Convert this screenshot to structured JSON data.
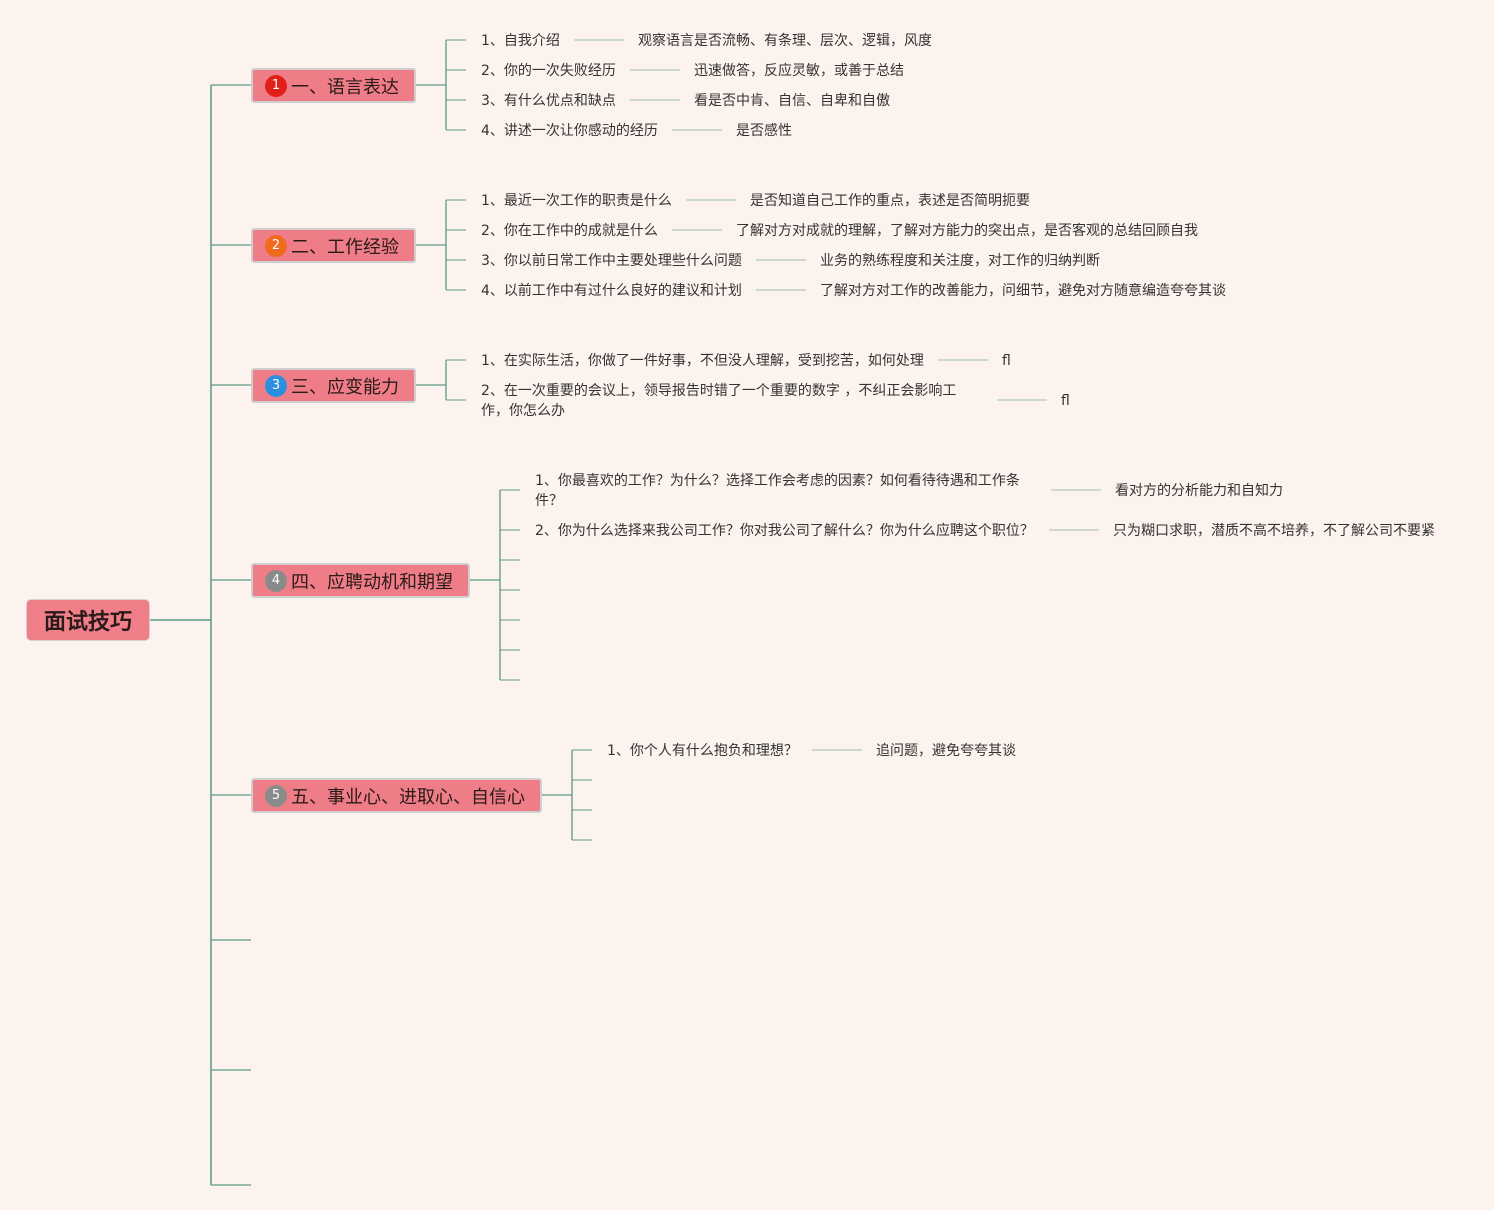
{
  "root": {
    "label": "面试技巧"
  },
  "branches": [
    {
      "label": "一、语言表达",
      "badge": "1",
      "badge_color": "#e02018",
      "items": [
        {
          "text": "1、自我介绍",
          "note": "观察语言是否流畅、有条理、层次、逻辑，风度"
        },
        {
          "text": "2、你的一次失败经历",
          "note": "迅速做答，反应灵敏，或善于总结"
        },
        {
          "text": "3、有什么优点和缺点",
          "note": "看是否中肯、自信、自卑和自傲"
        },
        {
          "text": "4、讲述一次让你感动的经历",
          "note": "是否感性"
        }
      ]
    },
    {
      "label": "二、工作经验",
      "badge": "2",
      "badge_color": "#f06a1e",
      "items": [
        {
          "text": "1、最近一次工作的职责是什么",
          "note": "是否知道自己工作的重点，表述是否简明扼要"
        },
        {
          "text": "2、你在工作中的成就是什么",
          "note": "了解对方对成就的理解，了解对方能力的突出点，是否客观的总结回顾自我"
        },
        {
          "text": "3、你以前日常工作中主要处理些什么问题",
          "note": "业务的熟练程度和关注度，对工作的归纳判断"
        },
        {
          "text": "4、以前工作中有过什么良好的建议和计划",
          "note": "了解对方对工作的改善能力，问细节，避免对方随意编造夸夸其谈"
        }
      ]
    },
    {
      "label": "三、应变能力",
      "badge": "3",
      "badge_color": "#2b8fe0",
      "items": [
        {
          "text": "1、在实际生活，你做了一件好事，不但没人理解，受到挖苦，如何处理",
          "note": "fl"
        },
        {
          "text": "2、在一次重要的会议上，领导报告时错了一个重要的数字 ，不纠正会影响工作，你怎么办",
          "note": "fl"
        }
      ]
    },
    {
      "label": "四、应聘动机和期望",
      "badge": "4",
      "badge_color": "#8a8a8a",
      "items": [
        {
          "text": "1、你最喜欢的工作？为什么？选择工作会考虑的因素？如何看待待遇和工作条件？",
          "note": "看对方的分析能力和自知力"
        },
        {
          "text": "2、你为什么选择来我公司工作？你对我公司了解什么？你为什么应聘这个职位？",
          "note": "只为糊口求职，潜质不高不培养，不了解公司不要紧"
        }
      ]
    },
    {
      "label": "五、事业心、进取心、自信心",
      "badge": "5",
      "badge_color": "#8a8a8a",
      "items": [
        {
          "text": "1、你个人有什么抱负和理想？",
          "note": "追问题，避免夸夸其谈"
        }
      ]
    }
  ],
  "colors": {
    "connector": "#5a9a86",
    "background": "#fdf3ee",
    "branch_fill": "#ef7d88"
  }
}
